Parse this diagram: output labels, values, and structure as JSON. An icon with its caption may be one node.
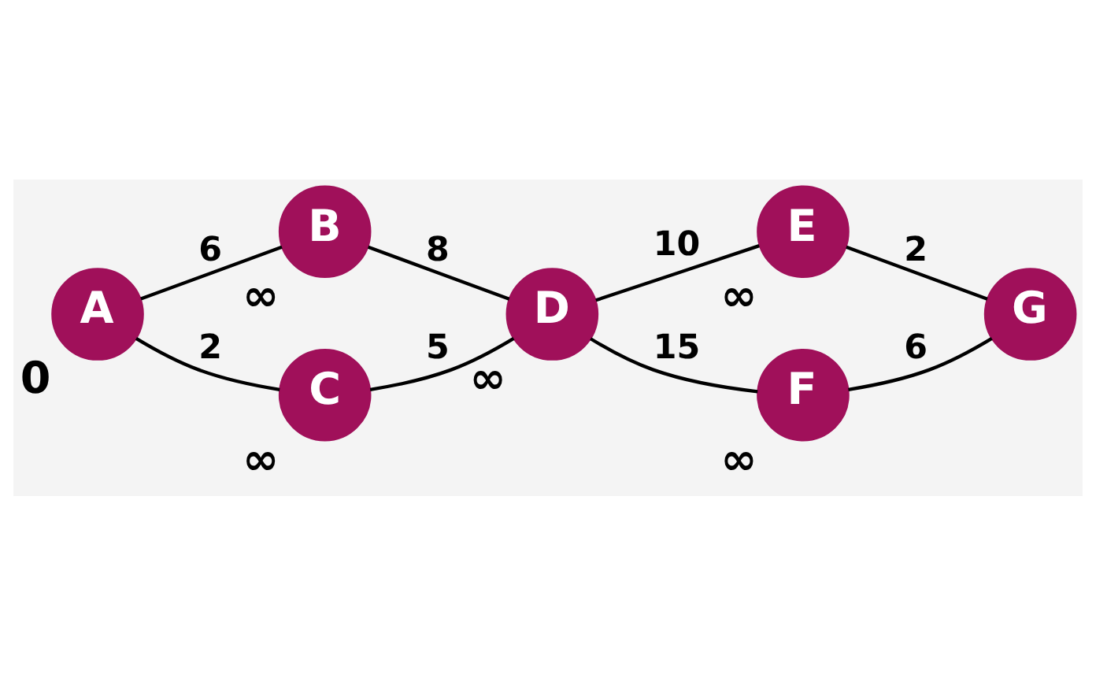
{
  "diagram": {
    "nodes": [
      {
        "text": [
          "A"
        ],
        "beside": [
          "0"
        ]
      },
      {
        "text": [
          "B"
        ],
        "beside": [
          "∞"
        ]
      },
      {
        "text": [
          "C"
        ],
        "beside": [
          "∞"
        ]
      },
      {
        "text": [
          "D"
        ],
        "beside": [
          "∞"
        ]
      },
      {
        "text": [
          "E"
        ],
        "beside": [
          "∞"
        ]
      },
      {
        "text": [
          "F"
        ],
        "beside": [
          "∞"
        ]
      },
      {
        "text": [
          "G"
        ]
      }
    ],
    "edges": [
      {
        "from": 0,
        "to": 1,
        "arrow": "none",
        "label": "6"
      },
      {
        "from": 0,
        "to": 2,
        "arrow": "none",
        "label": "2"
      },
      {
        "from": 1,
        "to": 3,
        "arrow": "none",
        "label": "8"
      },
      {
        "from": 2,
        "to": 3,
        "arrow": "none",
        "label": "5"
      },
      {
        "from": 3,
        "to": 4,
        "arrow": "none",
        "label": "10"
      },
      {
        "from": 3,
        "to": 5,
        "arrow": "none",
        "label": "15"
      },
      {
        "from": 4,
        "to": 6,
        "arrow": "none",
        "label": "2"
      },
      {
        "from": 5,
        "to": 6,
        "arrow": "none",
        "label": "6"
      }
    ]
  }
}
